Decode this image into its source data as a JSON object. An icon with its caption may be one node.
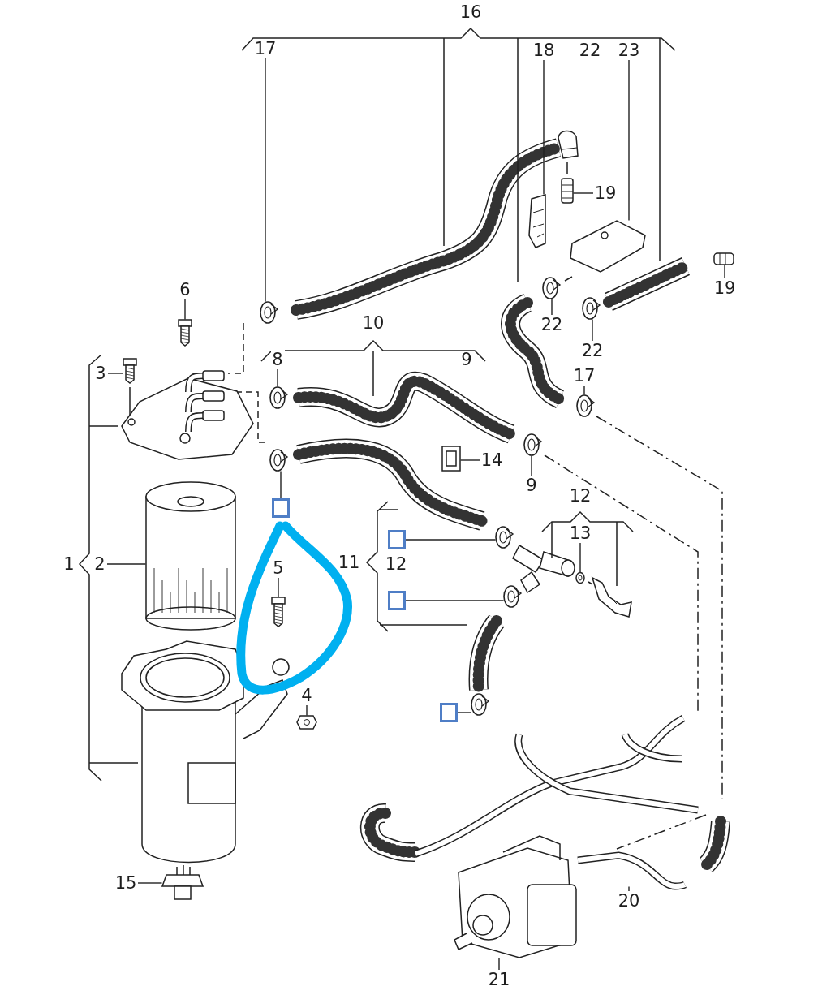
{
  "diagram": {
    "nodes": [
      {
        "text": [
          "17"
        ]
      },
      {
        "text": [
          "18"
        ]
      },
      {
        "text": [
          "23"
        ]
      },
      {
        "text": [
          "19"
        ]
      },
      {
        "text": [
          "19"
        ]
      },
      {
        "text": [
          "6"
        ]
      },
      {
        "text": [
          "22"
        ]
      },
      {
        "text": [
          "22"
        ]
      },
      {
        "text": [
          "3"
        ]
      },
      {
        "text": [
          "17"
        ]
      },
      {
        "text": [
          "8"
        ]
      },
      {
        "text": [
          "14"
        ]
      },
      {
        "text": [
          "9"
        ]
      },
      {
        "text": [],
        "shape": "box"
      },
      {
        "text": [
          "13"
        ]
      },
      {
        "text": [],
        "shape": "box"
      },
      {
        "text": [
          "2"
        ]
      },
      {
        "text": [
          "5"
        ]
      },
      {
        "text": [],
        "shape": "box"
      },
      {
        "text": [
          "4"
        ]
      },
      {
        "text": [],
        "shape": "box"
      },
      {
        "text": [
          "15"
        ]
      },
      {
        "text": [
          "20"
        ]
      },
      {
        "text": [
          "21"
        ]
      },
      {
        "text": [],
        "shape": "picture"
      },
      {
        "text": [],
        "shape": "picture"
      },
      {
        "text": [],
        "shape": "picture"
      },
      {
        "text": [],
        "shape": "picture"
      },
      {
        "text": [],
        "shape": "picture"
      },
      {
        "text": [],
        "shape": "picture"
      },
      {
        "text": [],
        "shape": "picture"
      },
      {
        "text": [],
        "shape": "picture"
      },
      {
        "text": [],
        "shape": "picture"
      },
      {
        "text": [],
        "shape": "picture"
      },
      {
        "text": [],
        "shape": "picture"
      },
      {
        "text": [],
        "shape": "picture"
      },
      {
        "text": [],
        "shape": "picture"
      },
      {
        "text": [],
        "shape": "picture"
      },
      {
        "text": [],
        "shape": "picture"
      },
      {
        "text": [],
        "shape": "picture"
      },
      {
        "text": [],
        "shape": "picture"
      },
      {
        "text": [],
        "shape": "picture"
      },
      {
        "text": [],
        "shape": "picture"
      },
      {
        "text": [],
        "shape": "picture"
      },
      {
        "text": [],
        "shape": "picture"
      },
      {
        "text": [],
        "shape": "picture"
      },
      {
        "text": [],
        "shape": "picture"
      },
      {
        "text": [],
        "shape": "picture"
      }
    ],
    "edges": [
      {
        "from": 0,
        "to": 24,
        "arrow": "none"
      },
      {
        "from": 1,
        "to": 25,
        "arrow": "none"
      },
      {
        "from": 2,
        "to": 26,
        "arrow": "none"
      },
      {
        "from": 3,
        "to": 27,
        "arrow": "none"
      },
      {
        "from": 4,
        "to": 28,
        "arrow": "none"
      },
      {
        "from": 5,
        "to": 29,
        "arrow": "none"
      },
      {
        "from": 6,
        "to": 30,
        "arrow": "none"
      },
      {
        "from": 7,
        "to": 31,
        "arrow": "none"
      },
      {
        "from": 8,
        "to": 32,
        "arrow": "none"
      },
      {
        "from": 9,
        "to": 33,
        "arrow": "none"
      },
      {
        "from": 10,
        "to": 34,
        "arrow": "none"
      },
      {
        "from": 11,
        "to": 35,
        "arrow": "none"
      },
      {
        "from": 12,
        "to": 36,
        "arrow": "none"
      },
      {
        "from": 13,
        "to": 37,
        "arrow": "none"
      },
      {
        "from": 14,
        "to": 38,
        "arrow": "none"
      },
      {
        "from": 15,
        "to": 39,
        "arrow": "none"
      },
      {
        "from": 16,
        "to": 40,
        "arrow": "none"
      },
      {
        "from": 17,
        "to": 41,
        "arrow": "none"
      },
      {
        "from": 18,
        "to": 42,
        "arrow": "none"
      },
      {
        "from": 19,
        "to": 43,
        "arrow": "none"
      },
      {
        "from": 20,
        "to": 44,
        "arrow": "none"
      },
      {
        "from": 21,
        "to": 45,
        "arrow": "none"
      },
      {
        "from": 22,
        "to": 46,
        "arrow": "none"
      },
      {
        "from": 23,
        "to": 47,
        "arrow": "none"
      }
    ],
    "labels": [
      "16",
      "22",
      "10",
      "9",
      "12",
      "11",
      "12",
      "1"
    ]
  }
}
